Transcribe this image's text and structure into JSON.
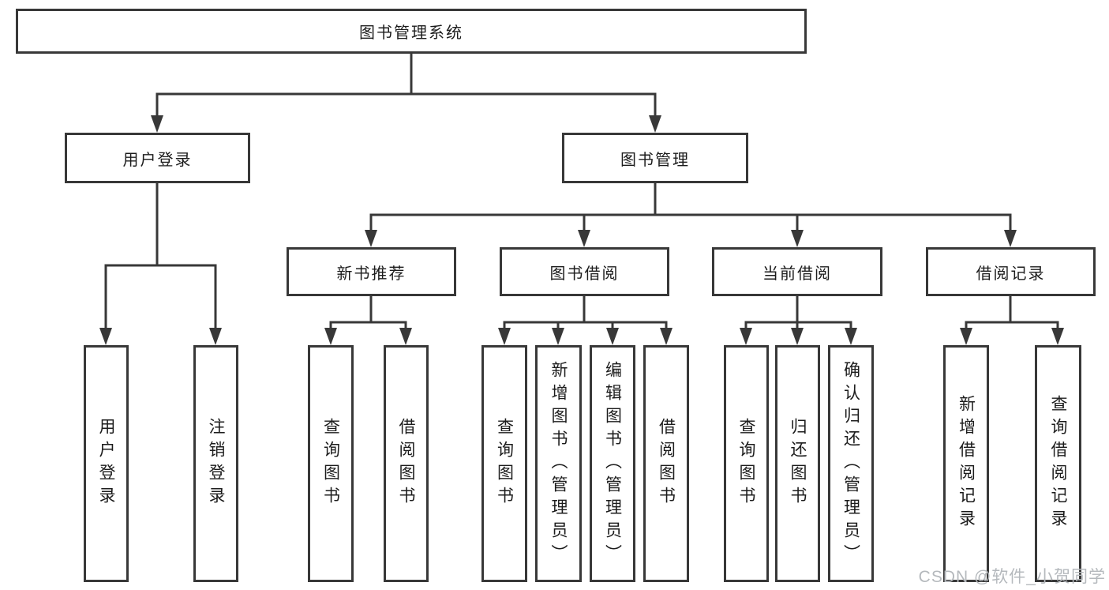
{
  "nodes": {
    "root": "图书管理系统",
    "userLogin": "用户登录",
    "bookMgmt": "图书管理",
    "newBookRec": "新书推荐",
    "bookBorrow": "图书借阅",
    "currentBorrow": "当前借阅",
    "borrowRecord": "借阅记录",
    "leafUserLogin": "用户登录",
    "leafLogout": "注销登录",
    "leafQueryBook1": "查询图书",
    "leafBorrowBook1": "借阅图书",
    "leafQueryBook2": "查询图书",
    "leafAddBook": "新增图书（管理员）",
    "leafEditBook": "编辑图书（管理员）",
    "leafBorrowBook2": "借阅图书",
    "leafQueryBook3": "查询图书",
    "leafReturnBook": "归还图书",
    "leafConfirmReturn": "确认归还（管理员）",
    "leafAddBorrowRecord": "新增借阅记录",
    "leafQueryBorrowRecord": "查询借阅记录"
  },
  "watermark": "CSDN @软件_小贺同学",
  "colors": {
    "line": "#383838",
    "text": "#1c1c1c",
    "watermark": "#b5b9bd",
    "background": "#ffffff"
  }
}
